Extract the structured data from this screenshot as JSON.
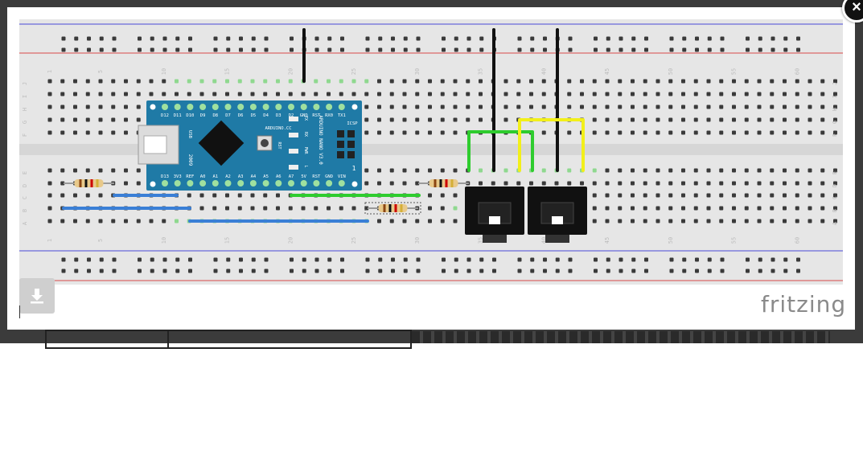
{
  "viewer": {
    "close_glyph": "×",
    "download_icon": "download-icon",
    "logo_text": "fritzing"
  },
  "breadboard": {
    "column_labels": [
      "1",
      "5",
      "10",
      "15",
      "20",
      "25",
      "30",
      "35",
      "40",
      "45",
      "50",
      "55",
      "60"
    ],
    "row_labels_top": [
      "J",
      "I",
      "H",
      "G",
      "F"
    ],
    "row_labels_bottom": [
      "E",
      "D",
      "C",
      "B",
      "A"
    ]
  },
  "arduino": {
    "header_top": [
      "D12",
      "D11",
      "D10",
      "D9",
      "D8",
      "D7",
      "D6",
      "D5",
      "D4",
      "D3",
      "D2",
      "GND",
      "RST",
      "RX0",
      "TX1"
    ],
    "header_bottom": [
      "D13",
      "3V3",
      "REF",
      "A0",
      "A1",
      "A2",
      "A3",
      "A4",
      "A5",
      "A6",
      "A7",
      "5V",
      "RST",
      "GND",
      "VIN"
    ],
    "brand": "ARDUINO.CC",
    "model": "ARDUINO NANO V3.0",
    "usb": "USB",
    "year": "2009",
    "icsp": "ICSP",
    "rst": "RST",
    "led_labels": [
      "TX",
      "RX",
      "PWR",
      "L"
    ],
    "one": "1"
  },
  "colors": {
    "board": "#1f7aa6",
    "wire_black": "#111111",
    "wire_green": "#2ecc2e",
    "wire_yellow": "#f2ef1a",
    "wire_blue": "#3a7fd6",
    "rail_blue": "#4a4ad8",
    "rail_red": "#d84a4a"
  }
}
